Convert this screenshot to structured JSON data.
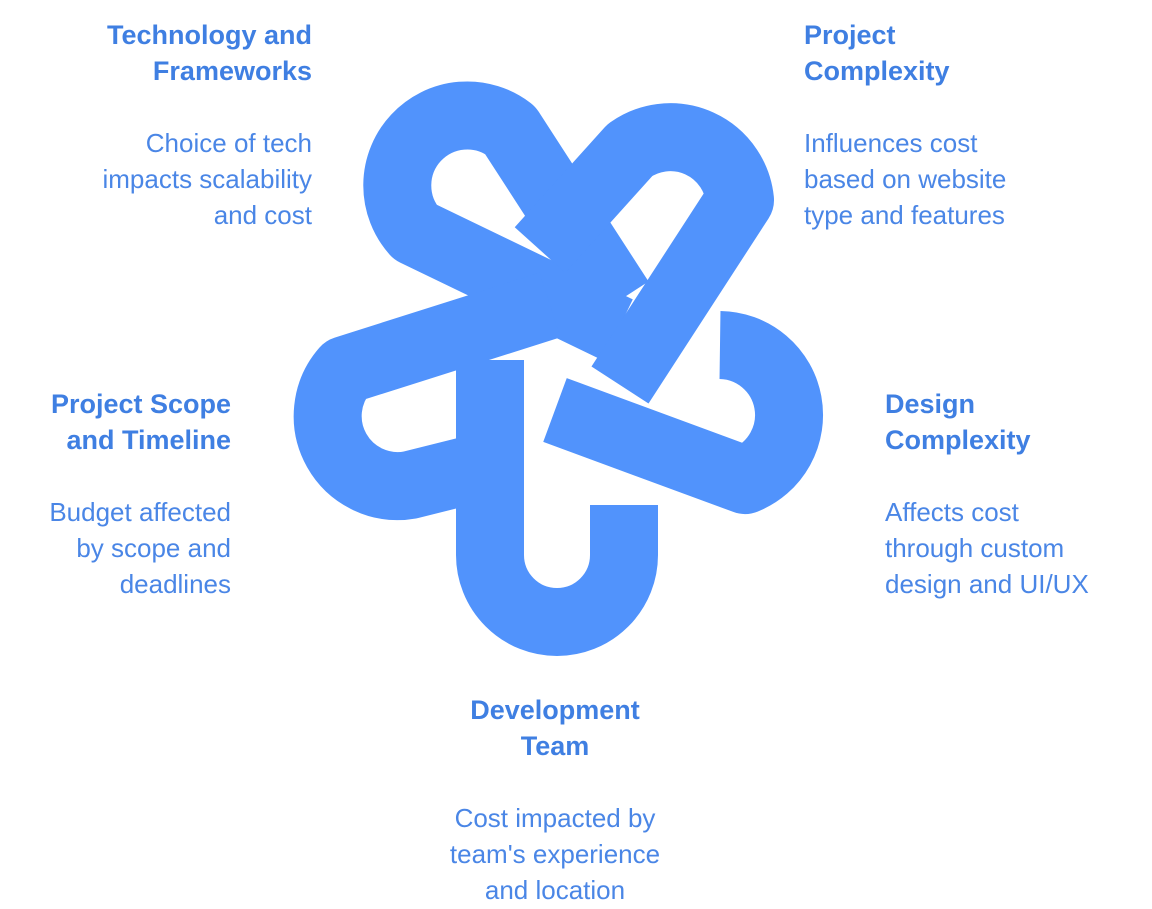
{
  "colors": {
    "band": "#5193fc",
    "title": "#3f7fe2",
    "text": "#4a86e6"
  },
  "nodes": [
    {
      "id": "technology",
      "title": "Technology and\nFrameworks",
      "description": "Choice of tech\nimpacts scalability\nand cost"
    },
    {
      "id": "project-complexity",
      "title": "Project\nComplexity",
      "description": "Influences cost\nbased on website\ntype and features"
    },
    {
      "id": "design-complexity",
      "title": "Design\nComplexity",
      "description": "Affects cost\nthrough custom\ndesign and UI/UX"
    },
    {
      "id": "development-team",
      "title": "Development\nTeam",
      "description": "Cost impacted by\nteam's experience\nand location"
    },
    {
      "id": "scope-timeline",
      "title": "Project Scope\nand Timeline",
      "description": "Budget affected\nby scope and\ndeadlines"
    }
  ]
}
